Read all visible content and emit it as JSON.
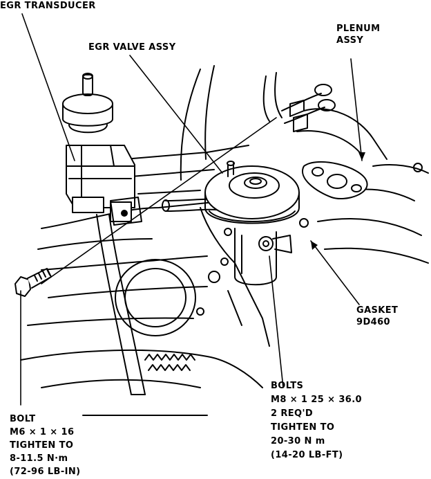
{
  "labels": {
    "egr_transducer": "EGR TRANSDUCER",
    "egr_valve_assy": "EGR VALVE ASSY",
    "plenum_assy": [
      "PLENUM",
      "ASSY"
    ],
    "gasket": [
      "GASKET",
      "9D460"
    ],
    "bolts": [
      "BOLTS",
      "M8 × 1 25 × 36.0",
      "2 REQ'D",
      "TIGHTEN TO",
      "20-30 N m",
      "(14-20 LB-FT)"
    ],
    "bolt": [
      "BOLT",
      "M6 × 1 × 16",
      "TIGHTEN TO",
      "8-11.5 N·m",
      "(72-96 LB-IN)"
    ]
  }
}
